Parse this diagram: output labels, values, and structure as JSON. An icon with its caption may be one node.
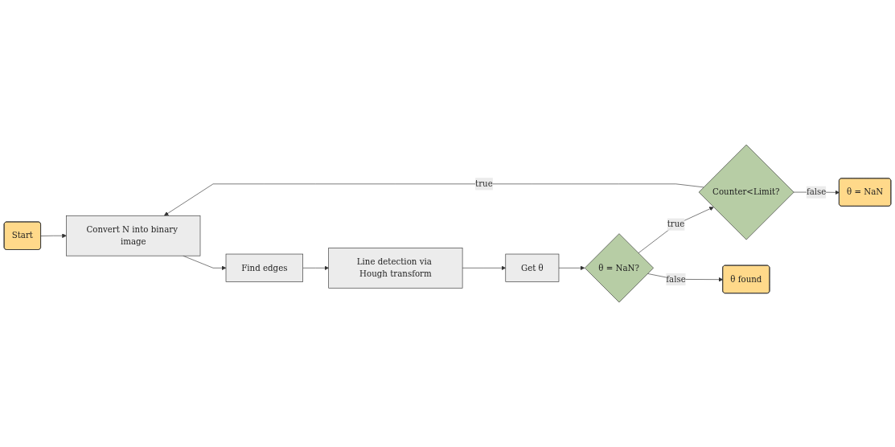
{
  "diagram": {
    "nodes": [
      {
        "text": [
          "Start"
        ]
      },
      {
        "text": [
          "Convert N into binary image"
        ]
      },
      {
        "text": [
          "Find edges"
        ]
      },
      {
        "text": [
          "Line detection via Hough transform"
        ]
      },
      {
        "text": [
          "θ = NaN"
        ]
      },
      {
        "text": [
          "Counter<Limit?"
        ]
      },
      {
        "text": [
          "θ = NaN?"
        ]
      },
      {
        "text": [
          "Get θ"
        ]
      },
      {
        "text": [
          "θ found"
        ]
      }
    ],
    "edges": [
      {
        "from": 0,
        "to": 1,
        "arrow": "to"
      },
      {
        "from": 1,
        "to": 2,
        "arrow": "to"
      },
      {
        "from": 2,
        "to": 3,
        "arrow": "to"
      },
      {
        "from": 3,
        "to": 7,
        "arrow": "to"
      },
      {
        "from": 7,
        "to": 6,
        "arrow": "to"
      },
      {
        "from": 6,
        "to": 5,
        "arrow": "to",
        "label": "true"
      },
      {
        "from": 5,
        "to": 4,
        "arrow": "to",
        "label": "false"
      },
      {
        "from": 5,
        "to": 1,
        "arrow": "to",
        "label": "true"
      },
      {
        "from": 6,
        "to": 8,
        "arrow": "to",
        "label": "false"
      }
    ]
  }
}
